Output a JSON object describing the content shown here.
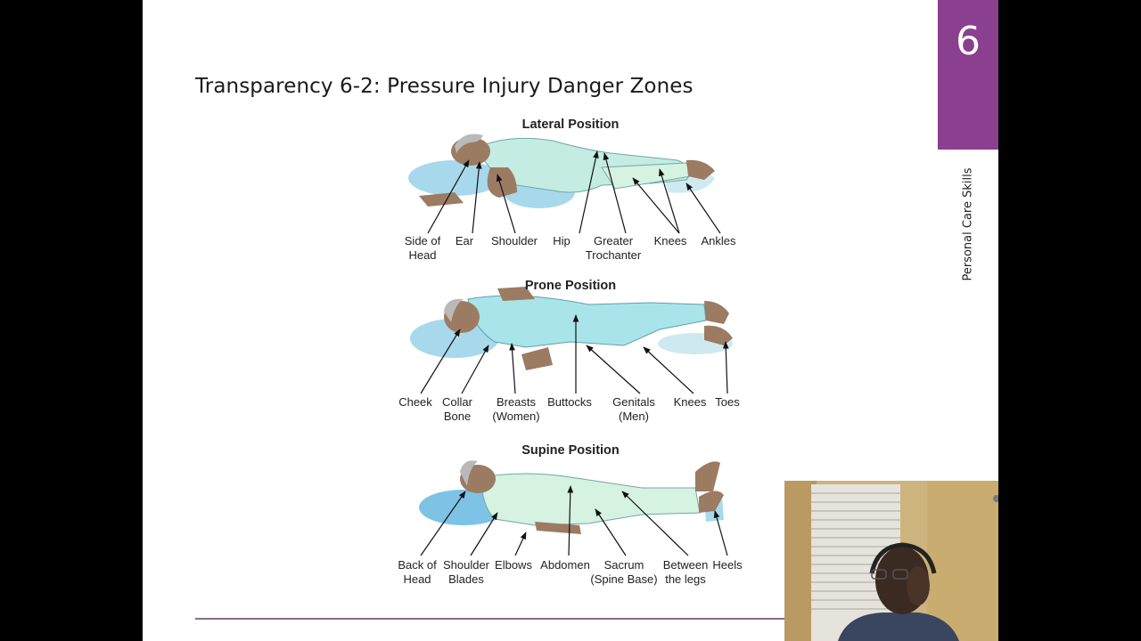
{
  "slide": {
    "title": "Transparency 6-2: Pressure Injury Danger Zones",
    "chapter_number": "6",
    "section_label": "Personal Care Skills",
    "accent_color": "#8a3f8f"
  },
  "panels": [
    {
      "title": "Lateral Position",
      "labels": [
        {
          "key": "side_of_head",
          "lines": [
            "Side of",
            "Head"
          ]
        },
        {
          "key": "ear",
          "lines": [
            "Ear"
          ]
        },
        {
          "key": "shoulder",
          "lines": [
            "Shoulder"
          ]
        },
        {
          "key": "hip",
          "lines": [
            "Hip"
          ]
        },
        {
          "key": "greater_trochanter",
          "lines": [
            "Greater",
            "Trochanter"
          ]
        },
        {
          "key": "knees",
          "lines": [
            "Knees"
          ]
        },
        {
          "key": "ankles",
          "lines": [
            "Ankles"
          ]
        }
      ]
    },
    {
      "title": "Prone Position",
      "labels": [
        {
          "key": "cheek",
          "lines": [
            "Cheek"
          ]
        },
        {
          "key": "collar_bone",
          "lines": [
            "Collar",
            "Bone"
          ]
        },
        {
          "key": "breasts",
          "lines": [
            "Breasts",
            "(Women)"
          ]
        },
        {
          "key": "buttocks",
          "lines": [
            "Buttocks"
          ]
        },
        {
          "key": "genitals",
          "lines": [
            "Genitals",
            "(Men)"
          ]
        },
        {
          "key": "knees",
          "lines": [
            "Knees"
          ]
        },
        {
          "key": "toes",
          "lines": [
            "Toes"
          ]
        }
      ]
    },
    {
      "title": "Supine Position",
      "labels": [
        {
          "key": "back_of_head",
          "lines": [
            "Back of",
            "Head"
          ]
        },
        {
          "key": "shoulder_blades",
          "lines": [
            "Shoulder",
            "Blades"
          ]
        },
        {
          "key": "elbows",
          "lines": [
            "Elbows"
          ]
        },
        {
          "key": "abdomen",
          "lines": [
            "Abdomen"
          ]
        },
        {
          "key": "sacrum",
          "lines": [
            "Sacrum",
            "(Spine Base)"
          ]
        },
        {
          "key": "between_legs",
          "lines": [
            "Between",
            "the legs"
          ]
        },
        {
          "key": "heels",
          "lines": [
            "Heels"
          ]
        }
      ]
    }
  ],
  "colors": {
    "gown": "#b8e6e8",
    "gown_light": "#d6f2e0",
    "pillow": "#9fd0e8",
    "skin": "#9c7b63",
    "hair": "#b9b9b9"
  }
}
